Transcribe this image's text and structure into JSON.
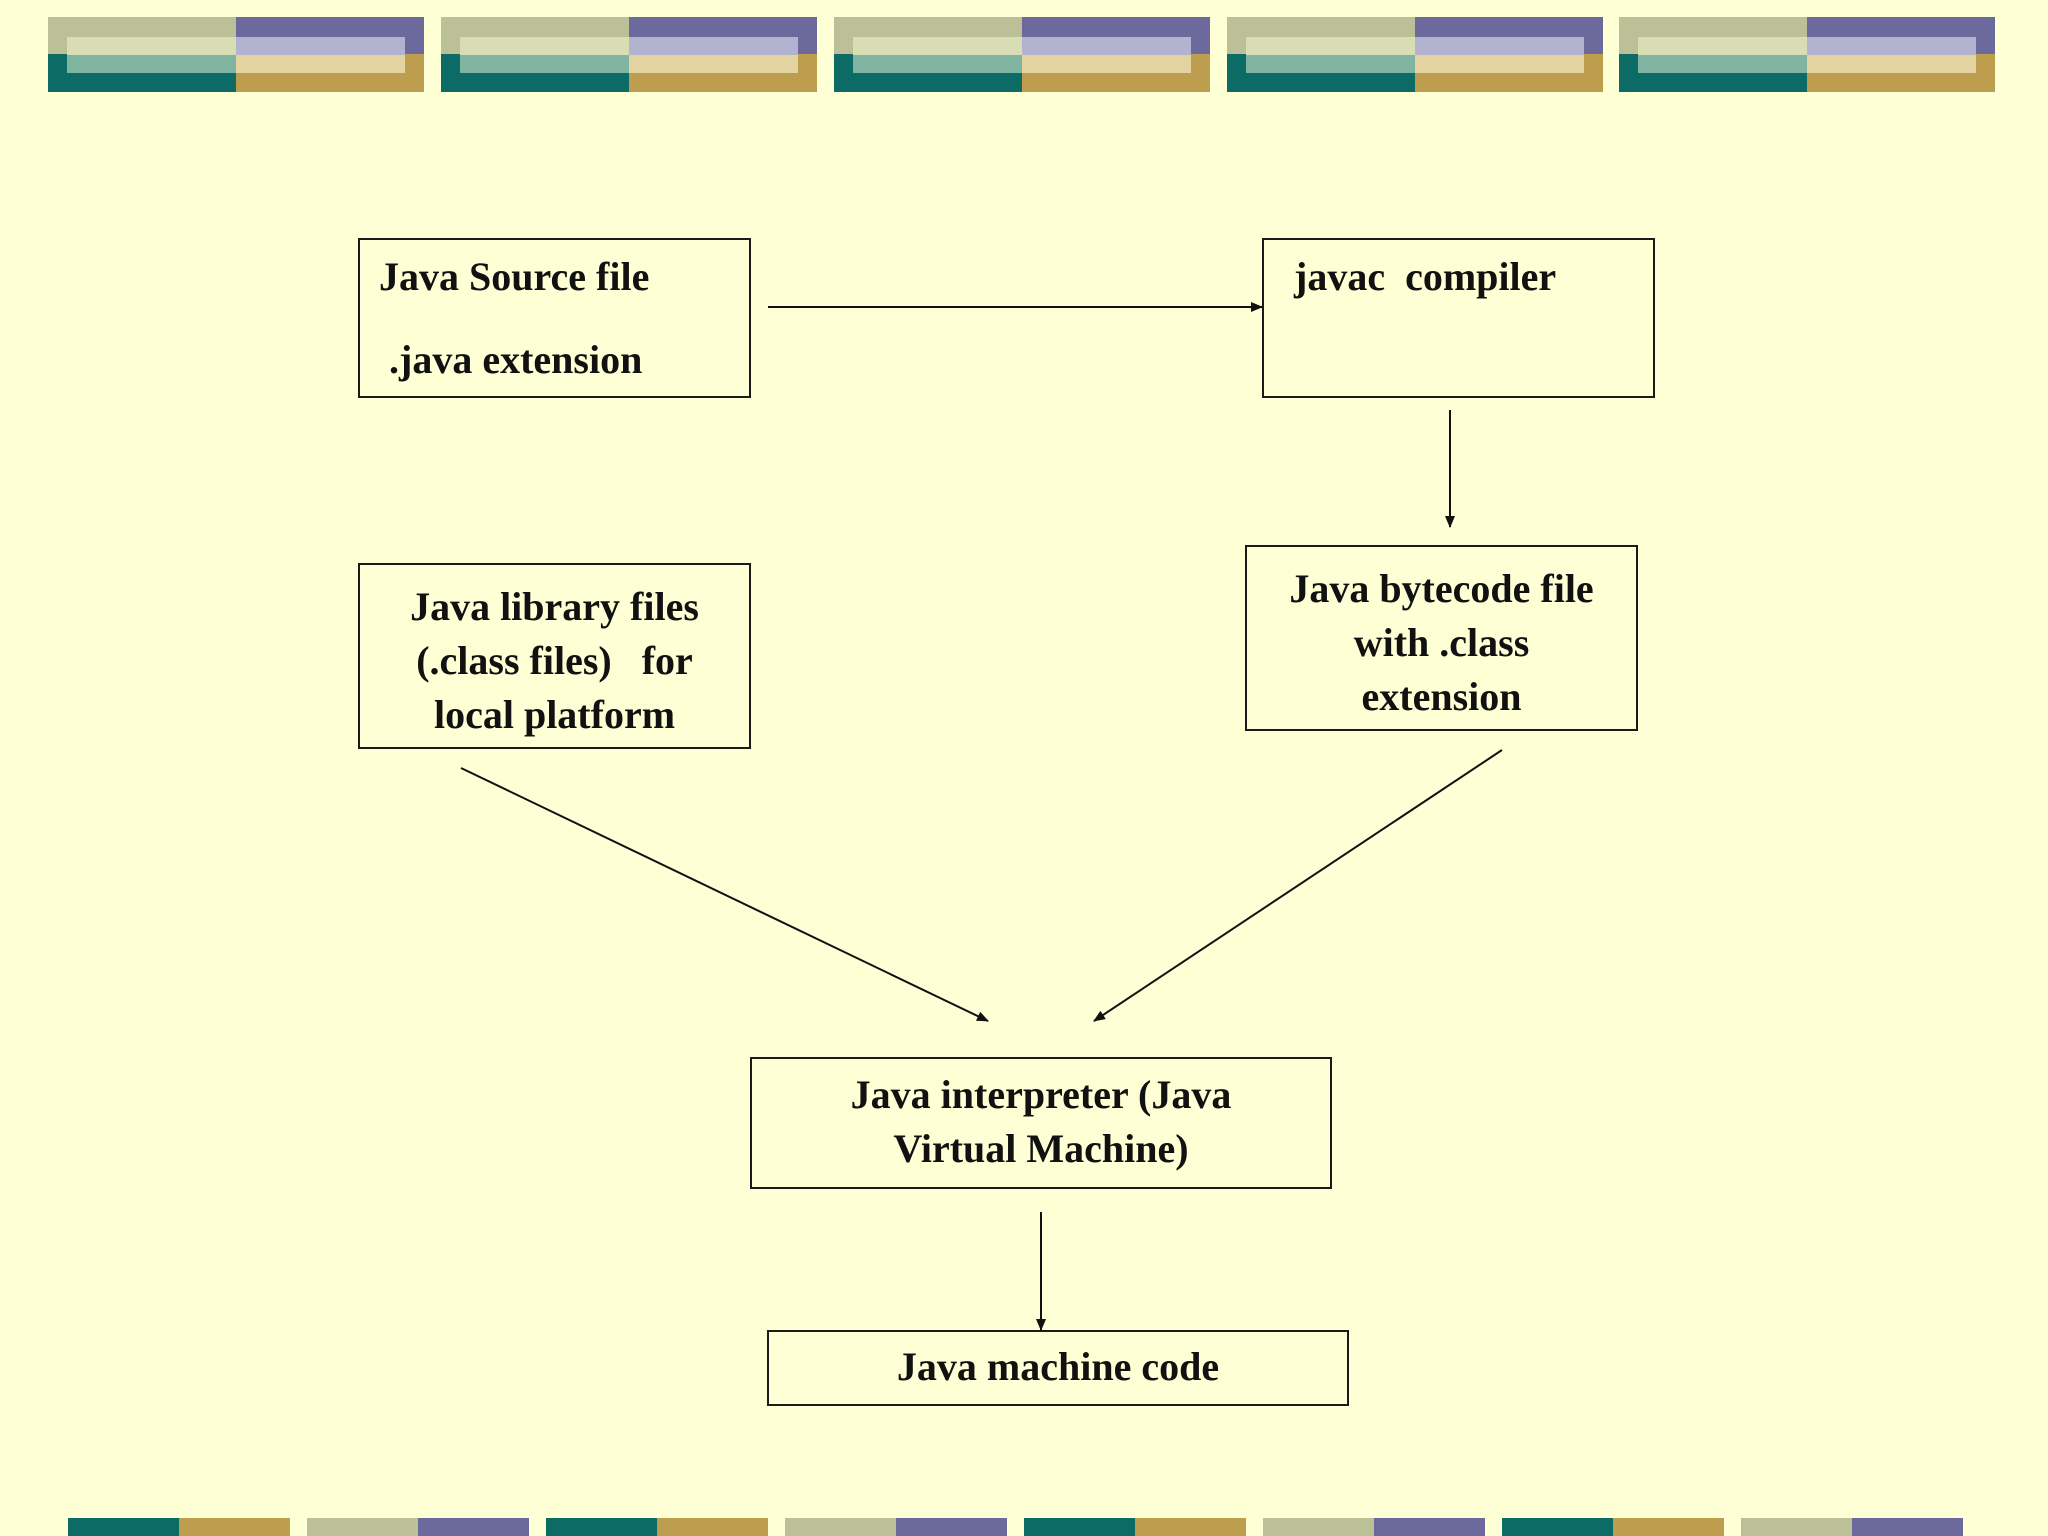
{
  "slide": {
    "background": "#FFFFD5",
    "band_colors": {
      "sage": "#BBC097",
      "purple": "#6C699C",
      "teal": "#0D6B66",
      "gold": "#BD9D4E"
    }
  },
  "diagram": {
    "nodes": {
      "source_file": {
        "line1": "Java Source file",
        "line2": ".java extension"
      },
      "compiler": {
        "line1": "javac  compiler"
      },
      "library_files": {
        "line1": "Java library files",
        "line2": "(.class files)   for",
        "line3": "local platform"
      },
      "bytecode_file": {
        "line1": "Java bytecode file",
        "line2": "with .class",
        "line3": "extension"
      },
      "interpreter": {
        "line1": "Java interpreter (Java",
        "line2": "Virtual Machine)"
      },
      "machine_code": {
        "line1": "Java machine code"
      }
    },
    "edges": [
      {
        "from": "Java Source file",
        "to": "javac compiler"
      },
      {
        "from": "javac compiler",
        "to": "Java bytecode file"
      },
      {
        "from": "Java library files",
        "to": "Java interpreter"
      },
      {
        "from": "Java bytecode file",
        "to": "Java interpreter"
      },
      {
        "from": "Java interpreter",
        "to": "Java machine code"
      }
    ]
  }
}
